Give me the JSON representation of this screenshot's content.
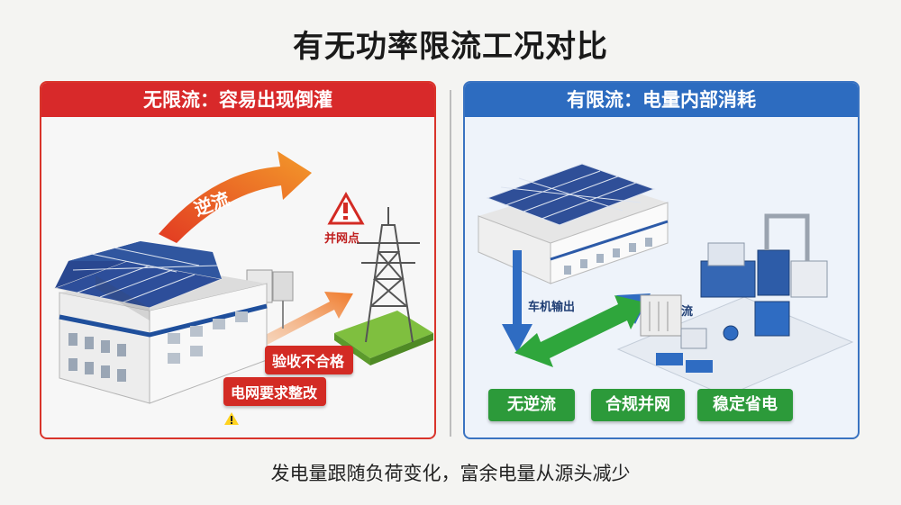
{
  "title": "有无功率限流工况对比",
  "left_panel": {
    "header": "无限流：容易出现倒灌",
    "reverse_flow_label": "逆流",
    "grid_point_label": "并网点",
    "warnings": [
      "验收不合格",
      "电网要求整改"
    ],
    "accent_color": "#d8292a"
  },
  "right_panel": {
    "header": "有限流：电量内部消耗",
    "control_label": "控流",
    "output_label": "车机输出",
    "badges": [
      "无逆流",
      "合规并网",
      "稳定省电"
    ],
    "accent_color": "#2d6cc0"
  },
  "footer": "发电量跟随负荷变化，富余电量从源头减少"
}
